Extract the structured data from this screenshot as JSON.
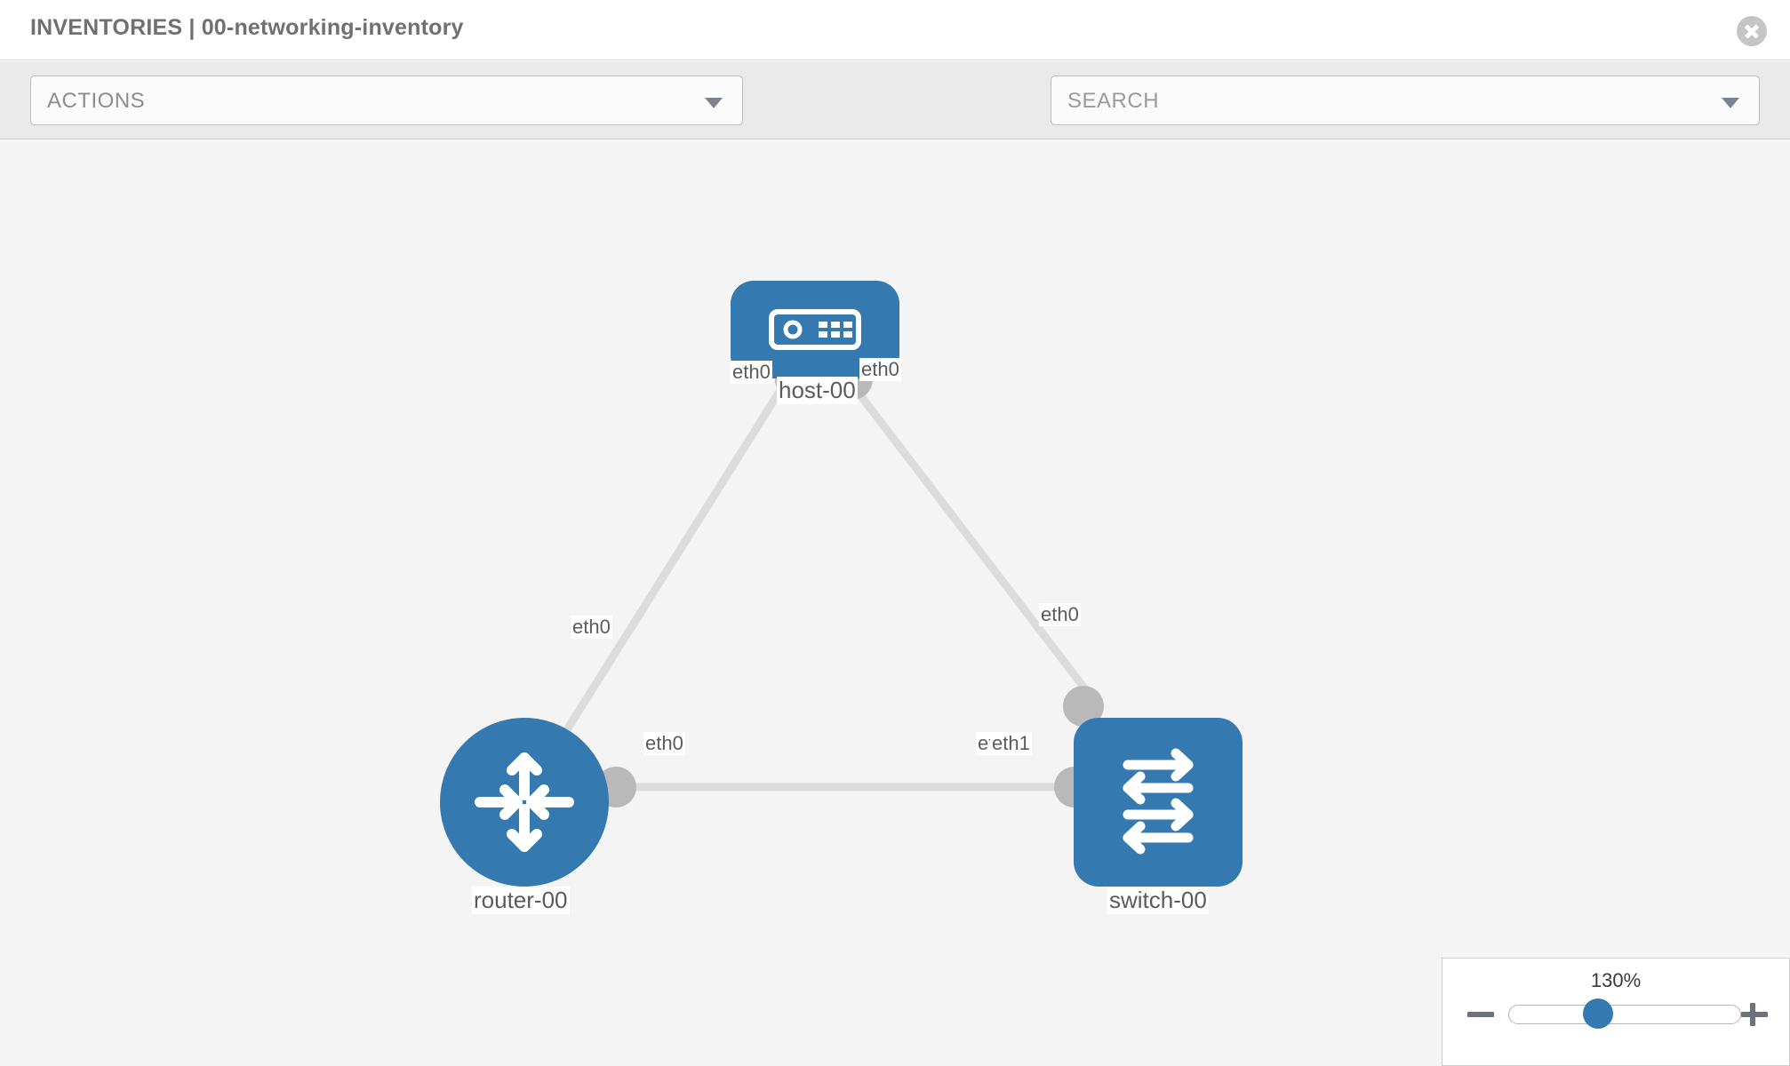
{
  "header": {
    "title": "INVENTORIES | 00-networking-inventory",
    "close_icon": "close-circle-icon"
  },
  "toolbar": {
    "actions_label": "ACTIONS",
    "actions_caret_icon": "chevron-down-icon",
    "wrench_icon": "wrench-icon",
    "key_icon": "key-icon",
    "search_placeholder": "SEARCH",
    "search_caret_icon": "chevron-down-icon"
  },
  "topology": {
    "nodes": [
      {
        "id": "host-00",
        "label": "host-00",
        "type": "host",
        "icon": "server-icon",
        "color": "#3479b0"
      },
      {
        "id": "router-00",
        "label": "router-00",
        "type": "router",
        "icon": "router-icon",
        "color": "#3479b0"
      },
      {
        "id": "switch-00",
        "label": "switch-00",
        "type": "switch",
        "icon": "switch-icon",
        "color": "#3479b0"
      }
    ],
    "links": [
      {
        "from": "host-00",
        "from_iface": "eth0",
        "to": "router-00",
        "to_iface": "eth0"
      },
      {
        "from": "host-00",
        "from_iface": "eth0",
        "to": "switch-00",
        "to_iface": "eth0"
      },
      {
        "from": "router-00",
        "from_iface": "eth0",
        "to": "switch-00",
        "to_iface": "eth1"
      }
    ],
    "interface_labels": {
      "host_left": "eth0",
      "host_right": "eth0",
      "router_up": "eth0",
      "switch_up": "eth0",
      "router_right": "eth0",
      "switch_left_hidden": "eth0",
      "switch_left": "eth1"
    },
    "link_color": "#dcdcdc",
    "port_color": "#b9b9b9",
    "canvas_background": "#f4f4f4"
  },
  "zoom_control": {
    "value": "130%",
    "minus_label": "minus-button",
    "plus_label": "plus-button",
    "thumb_position_percent": 60
  }
}
